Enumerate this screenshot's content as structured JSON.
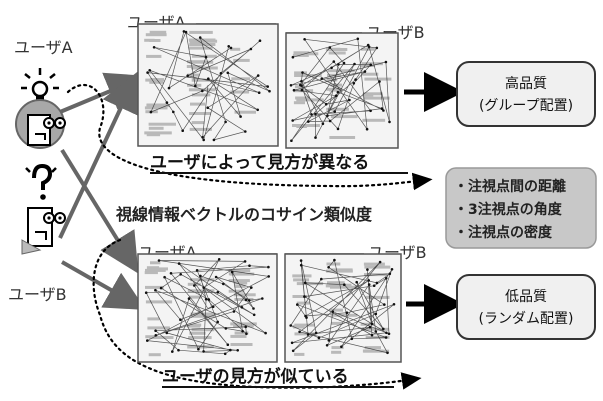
{
  "labels": {
    "user_a_left": "ユーザA",
    "user_b_left": "ユーザB",
    "panel_top_a": "ユーザA",
    "panel_top_b": "ユーザB",
    "panel_bottom_a": "ユーザA",
    "panel_bottom_b": "ユーザB"
  },
  "captions": {
    "top": "ユーザによって見方が異なる",
    "middle": "視線情報ベクトルのコサイン類似度",
    "bottom": "ユーザの見方が似ている"
  },
  "result_top": {
    "line1": "高品質",
    "line2": "(グループ配置)"
  },
  "result_bottom": {
    "line1": "低品質",
    "line2": "(ランダム配置)"
  },
  "features": [
    "・注視点間の距離",
    "・3注視点の角度",
    "・注視点の密度"
  ],
  "colors": {
    "panel_bg": "#f4f4f4",
    "feature_box": "#c8c8c8",
    "result_box": "#f0f0f0"
  }
}
